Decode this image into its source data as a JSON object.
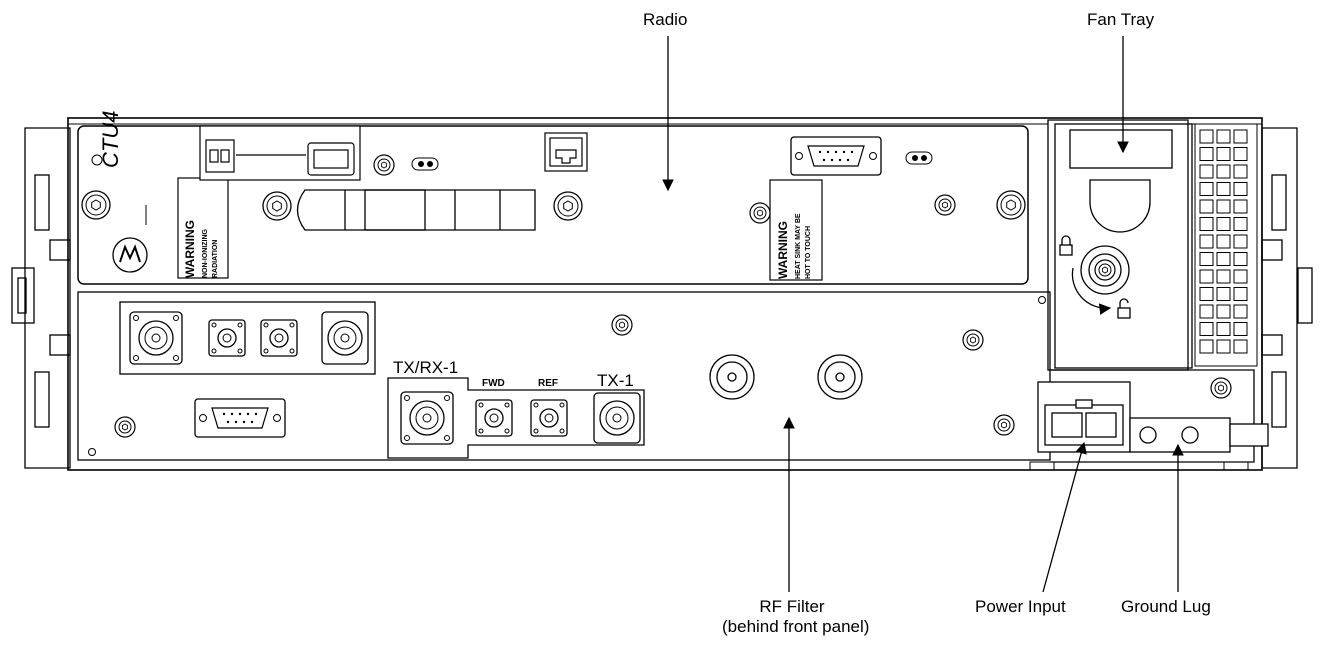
{
  "callouts": {
    "radio": "Radio",
    "fan_tray": "Fan Tray",
    "rf_filter_line1": "RF Filter",
    "rf_filter_line2": "(behind front panel)",
    "power_input": "Power Input",
    "ground_lug": "Ground Lug"
  },
  "panel_text": {
    "model": "CTU4",
    "warning_left_title": "WARNING",
    "warning_left_line1": "NON-IONIZING",
    "warning_left_line2": "RADIATION",
    "warning_right_title": "WARNING",
    "warning_right_line1": "HEAT SINK MAY BE",
    "warning_right_line2": "HOT TO TOUCH",
    "port_txrx": "TX/RX-1",
    "port_fwd": "FWD",
    "port_ref": "REF",
    "port_tx": "TX-1"
  },
  "colors": {
    "line": "#000000",
    "background": "#ffffff"
  }
}
